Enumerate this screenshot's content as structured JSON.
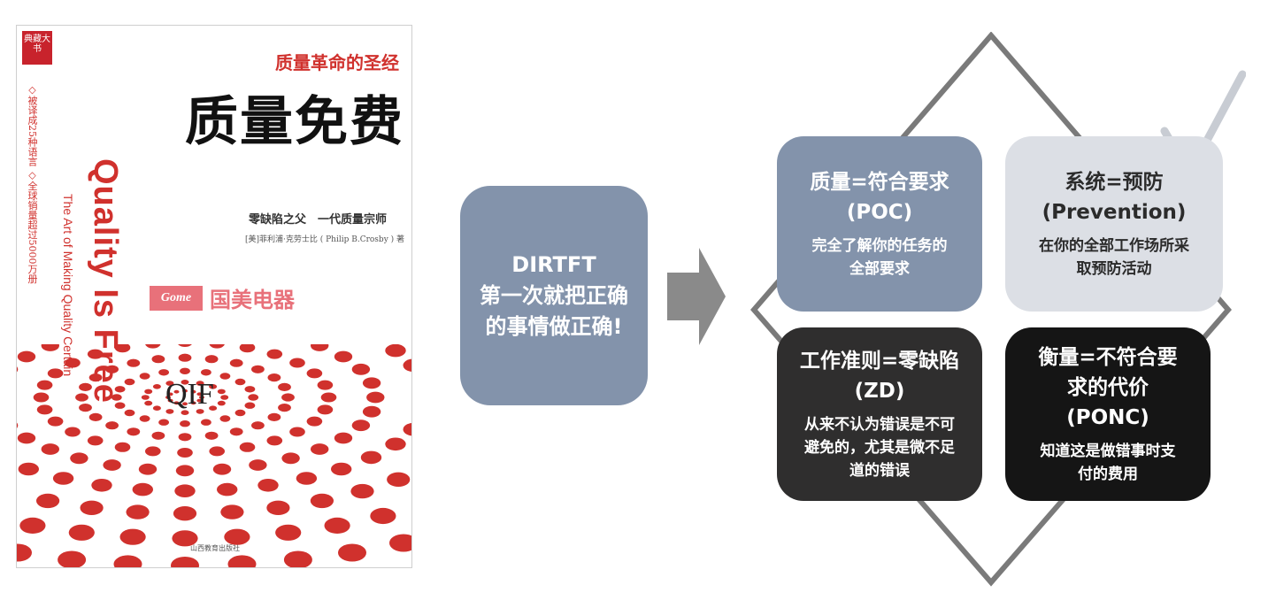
{
  "book_cover": {
    "publisher_mark": "典藏大书",
    "subtitle": "质量革命的圣经",
    "title": "质量免费",
    "side_notes": "◇被译成25种语言 ◇全球销量超过5000万册",
    "english_title": "Quality Is Free",
    "english_subtitle": "The Art of Making Quality Certain",
    "tagline": "零缺陷之父　一代质量宗师",
    "author": "[美]菲利浦·克劳士比 ( Philip B.Crosby ) 著",
    "brand_logo": "Gome",
    "brand_name": "国美电器",
    "qif": "QIF",
    "publisher": "山西教育出版社"
  },
  "dirtft": {
    "line1": "DIRTFT",
    "line2": "第一次就把正确",
    "line3": "的事情做正确!"
  },
  "quadrants": [
    {
      "title_line1": "质量=符合要求",
      "title_line2": "(POC)",
      "desc_line1": "完全了解你的任务的",
      "desc_line2": "全部要求",
      "desc_line3": ""
    },
    {
      "title_line1": "系统=预防",
      "title_line2": "(Prevention)",
      "desc_line1": "在你的全部工作场所采",
      "desc_line2": "取预防活动",
      "desc_line3": ""
    },
    {
      "title_line1": "工作准则=零缺陷",
      "title_line2": "(ZD)",
      "desc_line1": "从来不认为错误是不可",
      "desc_line2": "避免的，尤其是微不足",
      "desc_line3": "道的错误"
    },
    {
      "title_line1": "衡量=不符合要",
      "title_line2": "求的代价",
      "title_line3": "(PONC)",
      "desc_line1": "知道这是做错事时支",
      "desc_line2": "付的费用"
    }
  ],
  "colors": {
    "blue_gray": "#8393ab",
    "light_gray": "#dcdfe5",
    "dark_gray": "#2f2e2e",
    "black": "#151515",
    "diamond_line": "#7a7a7a",
    "cover_red": "#d0312d"
  }
}
